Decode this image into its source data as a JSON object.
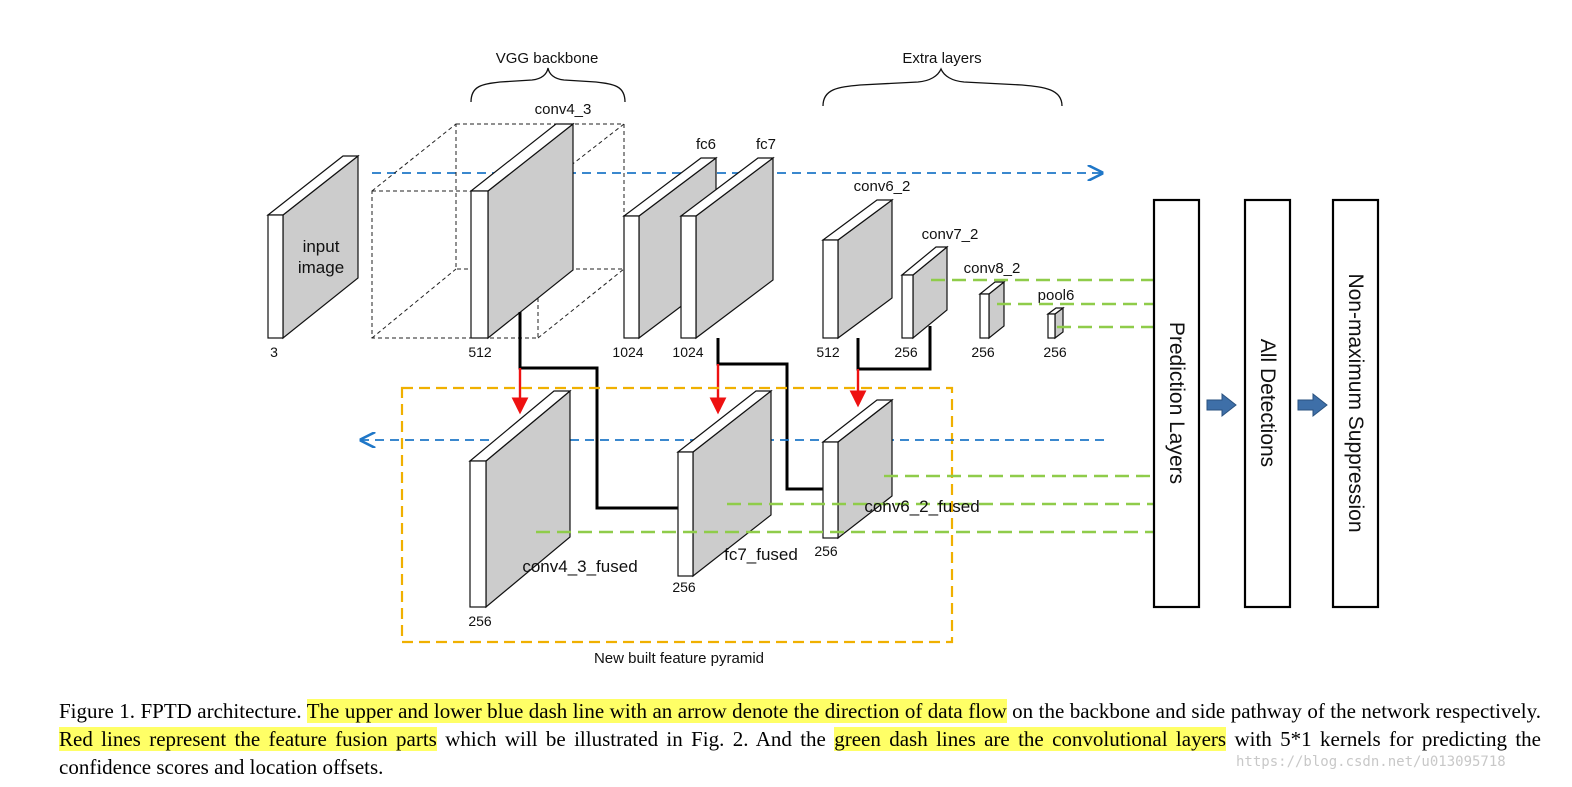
{
  "header": {
    "vgg_backbone": "VGG backbone",
    "extra_layers": "Extra layers"
  },
  "layers": {
    "input": {
      "label_line1": "input",
      "label_line2": "image",
      "channels": "3"
    },
    "conv4_3": {
      "label": "conv4_3",
      "channels": "512"
    },
    "fc6": {
      "label": "fc6",
      "channels": "1024"
    },
    "fc7": {
      "label": "fc7",
      "channels": "1024"
    },
    "conv6_2": {
      "label": "conv6_2",
      "channels": "512"
    },
    "conv7_2": {
      "label": "conv7_2",
      "channels": "256"
    },
    "conv8_2": {
      "label": "conv8_2",
      "channels": "256"
    },
    "pool6": {
      "label": "pool6",
      "channels": "256"
    }
  },
  "fused": {
    "conv4_3_fused": {
      "label": "conv4_3_fused",
      "channels": "256"
    },
    "fc7_fused": {
      "label": "fc7_fused",
      "channels": "256"
    },
    "conv6_2_fused": {
      "label": "conv6_2_fused",
      "channels": "256"
    },
    "pyramid_label": "New built feature pyramid"
  },
  "stages": {
    "prediction": "Prediction Layers",
    "detections": "All Detections",
    "nms": "Non-maximum Suppression"
  },
  "colors": {
    "blue_dash": "#1f77c8",
    "green_dash": "#8fcc4a",
    "red_arrow": "#ee1111",
    "pyramid_border": "#f0b000",
    "block_arrow": "#3e6fa8",
    "block_fill": "#cccccc",
    "highlight": "#ffff66"
  },
  "caption": {
    "p1": "Figure 1.  FPTD architecture. ",
    "h1": "The upper and lower blue dash line with an arrow denote the direction of data flow",
    "p2": " on the backbone and side pathway of the network respectively. ",
    "h2": "Red lines represent the feature fusion parts",
    "p3": " which will be illustrated in Fig. 2. And the ",
    "h3": "green dash lines are the convolutional layers",
    "p4": " with 5*1 kernels for predicting the confidence scores and location offsets."
  },
  "watermark": "https://blog.csdn.net/u013095718"
}
